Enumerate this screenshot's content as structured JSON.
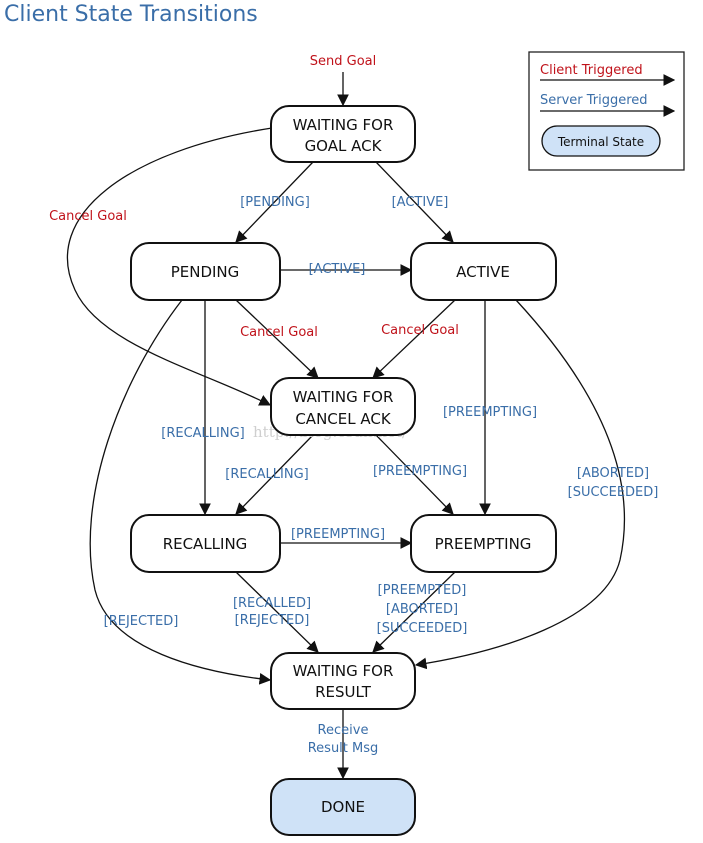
{
  "title": "Client State Transitions",
  "legend": {
    "client_triggered": "Client Triggered",
    "server_triggered": "Server Triggered",
    "terminal_state": "Terminal State"
  },
  "states": {
    "waiting_goal_ack": [
      "WAITING FOR",
      "GOAL ACK"
    ],
    "pending": "PENDING",
    "active": "ACTIVE",
    "waiting_cancel_ack": [
      "WAITING FOR",
      "CANCEL ACK"
    ],
    "recalling": "RECALLING",
    "preempting": "PREEMPTING",
    "waiting_result": [
      "WAITING FOR",
      "RESULT"
    ],
    "done": "DONE"
  },
  "transitions": {
    "send_goal": "Send Goal",
    "cancel_goal_left": "Cancel Goal",
    "pending_from_ack": "[PENDING]",
    "active_from_ack": "[ACTIVE]",
    "active_from_pending": "[ACTIVE]",
    "cancel_goal_pending": "Cancel Goal",
    "cancel_goal_active": "Cancel Goal",
    "preempting_from_active": "[PREEMPTING]",
    "recalling_from_pending": "[RECALLING]",
    "recalling_from_cancel": "[RECALLING]",
    "preempting_from_cancel": "[PREEMPTING]",
    "aborted_succeeded": [
      "[ABORTED]",
      "[SUCCEEDED]"
    ],
    "preempting_from_recalling": "[PREEMPTING]",
    "rejected": "[REJECTED]",
    "recalled_rejected": [
      "[RECALLED]",
      "[REJECTED]"
    ],
    "preempted_aborted_succeeded": [
      "[PREEMPTED]",
      "[ABORTED]",
      "[SUCCEEDED]"
    ],
    "receive_result": [
      "Receive",
      "Result Msg"
    ]
  },
  "watermark": "http://blog.csdn.net/",
  "colors": {
    "client": "#c0121a",
    "server": "#3a6ea8",
    "terminal_fill": "#cfe2f7"
  }
}
